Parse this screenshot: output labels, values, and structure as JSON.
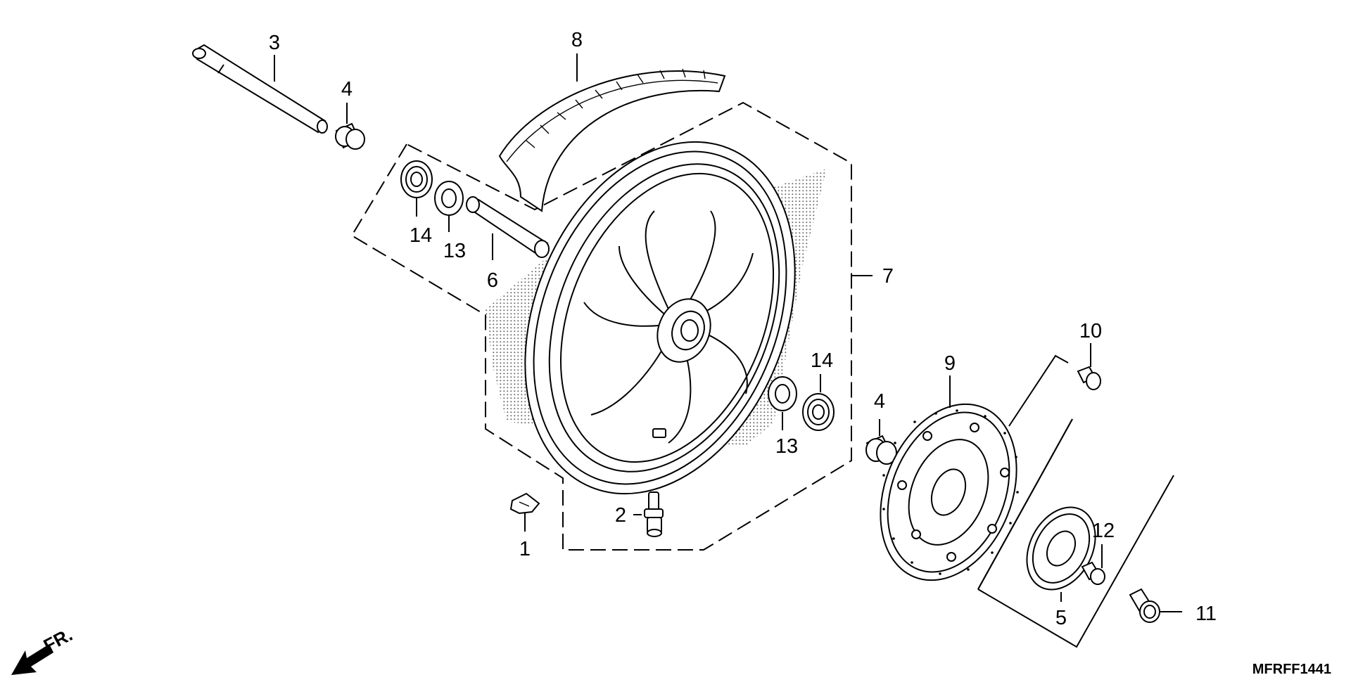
{
  "diagram": {
    "part_numbers": [
      "1",
      "2",
      "3",
      "4",
      "4",
      "5",
      "6",
      "7",
      "8",
      "9",
      "10",
      "11",
      "12",
      "13",
      "13",
      "14",
      "14"
    ],
    "labels": {
      "p1": "1",
      "p2": "2",
      "p3": "3",
      "p4_upper": "4",
      "p4_right": "4",
      "p5": "5",
      "p6": "6",
      "p7": "7",
      "p8": "8",
      "p9": "9",
      "p10": "10",
      "p11": "11",
      "p12": "12",
      "p13_left": "13",
      "p13_right": "13",
      "p14_left": "14",
      "p14_right": "14"
    },
    "direction_label": "FR.",
    "diagram_code": "MFRFF1441"
  }
}
